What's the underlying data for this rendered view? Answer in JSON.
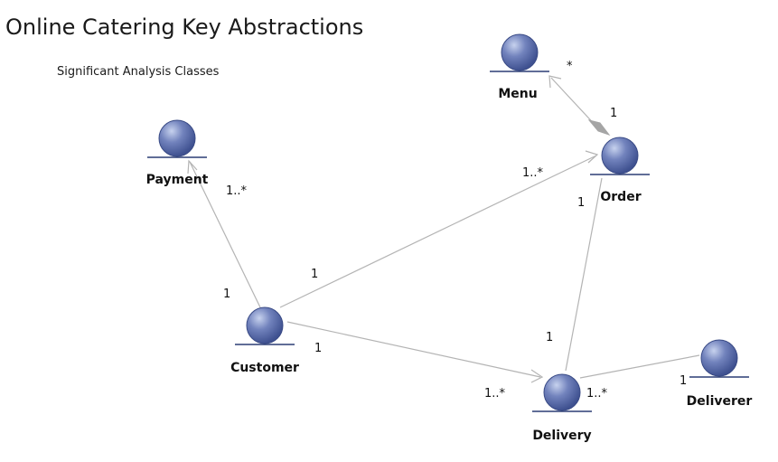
{
  "diagram": {
    "title": "Online Catering Key Abstractions",
    "subtitle": "Significant Analysis Classes",
    "classes": {
      "menu": "Menu",
      "payment": "Payment",
      "order": "Order",
      "customer": "Customer",
      "delivery": "Delivery",
      "deliverer": "Deliverer"
    },
    "multiplicities": {
      "menu_star": "*",
      "order_menu_one": "1",
      "payment_many": "1..*",
      "customer_payment_one": "1",
      "order_many": "1..*",
      "customer_order_one": "1",
      "order_delivery_one": "1",
      "delivery_order_one": "1",
      "customer_delivery_one": "1",
      "delivery_many": "1..*",
      "delivery_deliverer_many": "1..*",
      "deliverer_one": "1"
    },
    "colors": {
      "entity_fill": "#5a6fa8",
      "entity_light": "#b4c1e4",
      "line": "#b4b4b4"
    }
  }
}
